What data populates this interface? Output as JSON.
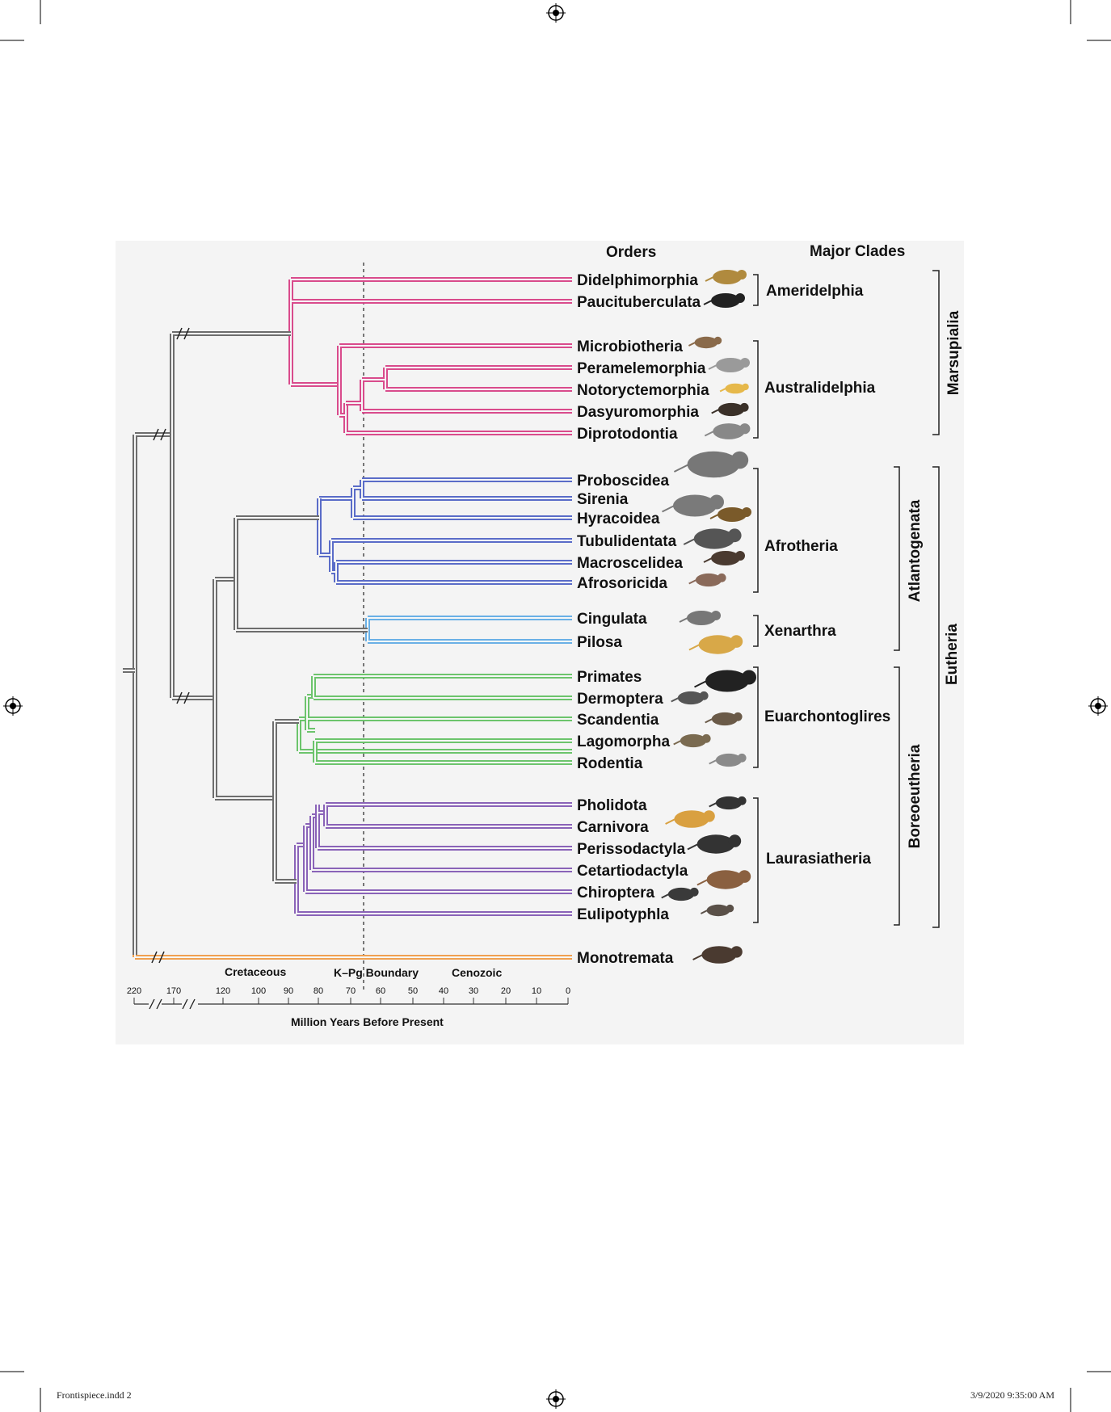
{
  "headers": {
    "orders": "Orders",
    "major_clades": "Major Clades"
  },
  "colors": {
    "marsupial": "#d94b8c",
    "afrotheria": "#5a6cc8",
    "xenarthra": "#6ab0e6",
    "euarchontoglires": "#6cc46c",
    "laurasiatheria": "#8a63b8",
    "monotremata": "#f0a050",
    "backbone": "#6d6d6d",
    "panel_bg": "#f4f4f4"
  },
  "orders": [
    {
      "name": "Didelphimorphia",
      "group": "marsupial",
      "icon": "opossum-icon"
    },
    {
      "name": "Paucituberculata",
      "group": "marsupial",
      "icon": "shrew-opossum-icon"
    },
    {
      "name": "Microbiotheria",
      "group": "marsupial",
      "icon": "monito-del-monte-icon"
    },
    {
      "name": "Peramelemorphia",
      "group": "marsupial",
      "icon": "bandicoot-icon"
    },
    {
      "name": "Notoryctemorphia",
      "group": "marsupial",
      "icon": "marsupial-mole-icon"
    },
    {
      "name": "Dasyuromorphia",
      "group": "marsupial",
      "icon": "quoll-icon"
    },
    {
      "name": "Diprotodontia",
      "group": "marsupial",
      "icon": "kangaroo-icon"
    },
    {
      "name": "Proboscidea",
      "group": "afrotheria",
      "icon": "elephant-icon"
    },
    {
      "name": "Sirenia",
      "group": "afrotheria",
      "icon": "manatee-icon"
    },
    {
      "name": "Hyracoidea",
      "group": "afrotheria",
      "icon": "hyrax-icon"
    },
    {
      "name": "Tubulidentata",
      "group": "afrotheria",
      "icon": "aardvark-icon"
    },
    {
      "name": "Macroscelidea",
      "group": "afrotheria",
      "icon": "elephant-shrew-icon"
    },
    {
      "name": "Afrosoricida",
      "group": "afrotheria",
      "icon": "golden-mole-icon"
    },
    {
      "name": "Cingulata",
      "group": "xenarthra",
      "icon": "armadillo-icon"
    },
    {
      "name": "Pilosa",
      "group": "xenarthra",
      "icon": "anteater-icon"
    },
    {
      "name": "Primates",
      "group": "euarchontoglires",
      "icon": "gorilla-icon"
    },
    {
      "name": "Dermoptera",
      "group": "euarchontoglires",
      "icon": "colugo-icon"
    },
    {
      "name": "Scandentia",
      "group": "euarchontoglires",
      "icon": "treeshrew-icon"
    },
    {
      "name": "Lagomorpha",
      "group": "euarchontoglires",
      "icon": "rabbit-icon"
    },
    {
      "name": "Rodentia",
      "group": "euarchontoglires",
      "icon": "rodent-icon"
    },
    {
      "name": "Pholidota",
      "group": "laurasiatheria",
      "icon": "pangolin-icon"
    },
    {
      "name": "Carnivora",
      "group": "laurasiatheria",
      "icon": "cheetah-icon"
    },
    {
      "name": "Perissodactyla",
      "group": "laurasiatheria",
      "icon": "zebra-icon"
    },
    {
      "name": "Cetartiodactyla",
      "group": "laurasiatheria",
      "icon": "reindeer-icon"
    },
    {
      "name": "Chiroptera",
      "group": "laurasiatheria",
      "icon": "bat-icon"
    },
    {
      "name": "Eulipotyphla",
      "group": "laurasiatheria",
      "icon": "hedgehog-icon"
    },
    {
      "name": "Monotremata",
      "group": "monotremata",
      "icon": "platypus-icon"
    }
  ],
  "clades": {
    "ameridelphia": "Ameridelphia",
    "australidelphia": "Australidelphia",
    "afrotheria": "Afrotheria",
    "xenarthra": "Xenarthra",
    "euarchontoglires": "Euarchontoglires",
    "laurasiatheria": "Laurasiatheria",
    "marsupialia": "Marsupialia",
    "atlantogenata": "Atlantogenata",
    "boreoeutheria": "Boreoeutheria",
    "eutheria": "Eutheria"
  },
  "timeline": {
    "ticks": [
      "220",
      "170",
      "120",
      "100",
      "90",
      "80",
      "70",
      "60",
      "50",
      "40",
      "30",
      "20",
      "10",
      "0"
    ],
    "periods": {
      "cretaceous": "Cretaceous",
      "boundary": "K–Pg Boundary",
      "cenozoic": "Cenozoic"
    },
    "axis_title": "Million Years Before Present",
    "kpg_boundary_mya": 66
  },
  "footer": {
    "left": "Frontispiece.indd   2",
    "right": "3/9/2020   9:35:00 AM"
  }
}
